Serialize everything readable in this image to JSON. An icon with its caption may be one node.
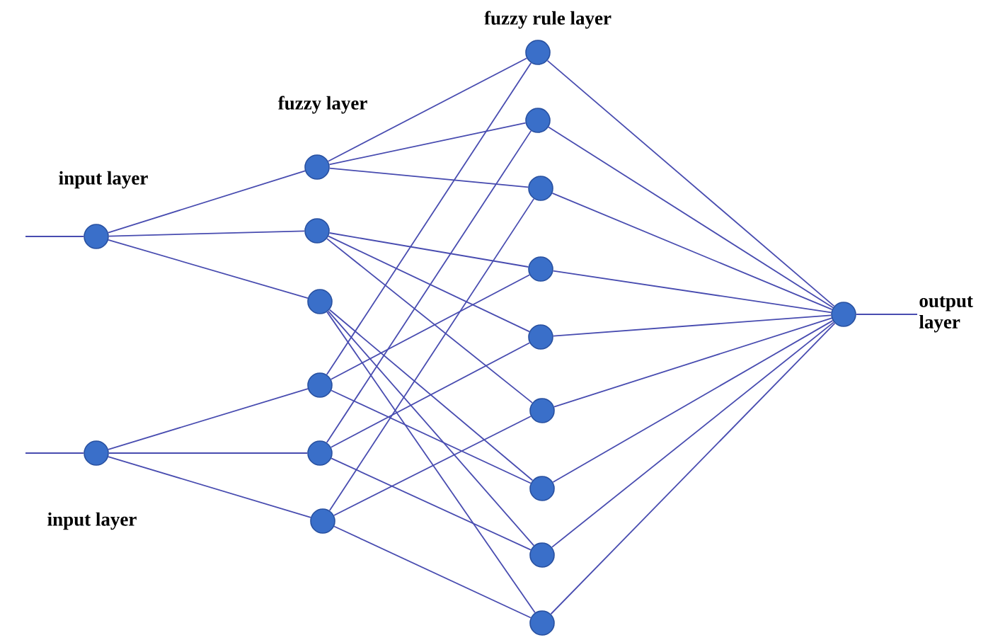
{
  "diagram": {
    "nodes": [
      {
        "text": [],
        "shape": "circle"
      },
      {
        "text": [],
        "shape": "circle"
      },
      {
        "text": [],
        "shape": "circle"
      },
      {
        "text": [],
        "shape": "circle"
      },
      {
        "text": [],
        "shape": "circle"
      },
      {
        "text": [],
        "shape": "circle"
      },
      {
        "text": [],
        "shape": "circle"
      },
      {
        "text": [],
        "shape": "circle"
      },
      {
        "text": [],
        "shape": "circle"
      },
      {
        "text": [],
        "shape": "circle"
      },
      {
        "text": [],
        "shape": "circle"
      },
      {
        "text": [],
        "shape": "circle"
      },
      {
        "text": [],
        "shape": "circle"
      },
      {
        "text": [],
        "shape": "circle"
      },
      {
        "text": [],
        "shape": "circle"
      },
      {
        "text": [],
        "shape": "circle"
      },
      {
        "text": [],
        "shape": "circle"
      },
      {
        "text": [],
        "shape": "circle"
      },
      {
        "text": [
          "output layer"
        ]
      }
    ],
    "edges": [
      {
        "from": null,
        "to": 0,
        "arrow": "none"
      },
      {
        "from": null,
        "to": 1,
        "arrow": "none"
      },
      {
        "from": 0,
        "to": 2,
        "arrow": "none"
      },
      {
        "from": 0,
        "to": 3,
        "arrow": "none"
      },
      {
        "from": 0,
        "to": 4,
        "arrow": "none"
      },
      {
        "from": 1,
        "to": 5,
        "arrow": "none"
      },
      {
        "from": 1,
        "to": 6,
        "arrow": "none"
      },
      {
        "from": 1,
        "to": 7,
        "arrow": "none"
      },
      {
        "from": 2,
        "to": 8,
        "arrow": "none"
      },
      {
        "from": 2,
        "to": 9,
        "arrow": "none"
      },
      {
        "from": 2,
        "to": 10,
        "arrow": "none"
      },
      {
        "from": 3,
        "to": 11,
        "arrow": "none"
      },
      {
        "from": 3,
        "to": 12,
        "arrow": "none"
      },
      {
        "from": 3,
        "to": 13,
        "arrow": "none"
      },
      {
        "from": 4,
        "to": 14,
        "arrow": "none"
      },
      {
        "from": 4,
        "to": 15,
        "arrow": "none"
      },
      {
        "from": 4,
        "to": 16,
        "arrow": "none"
      },
      {
        "from": 5,
        "to": 8,
        "arrow": "none"
      },
      {
        "from": 5,
        "to": 11,
        "arrow": "none"
      },
      {
        "from": 5,
        "to": 14,
        "arrow": "none"
      },
      {
        "from": 6,
        "to": 9,
        "arrow": "none"
      },
      {
        "from": 6,
        "to": 12,
        "arrow": "none"
      },
      {
        "from": 6,
        "to": 15,
        "arrow": "none"
      },
      {
        "from": 7,
        "to": 10,
        "arrow": "none"
      },
      {
        "from": 7,
        "to": 13,
        "arrow": "none"
      },
      {
        "from": 7,
        "to": 16,
        "arrow": "none"
      },
      {
        "from": 8,
        "to": 17,
        "arrow": "none"
      },
      {
        "from": 9,
        "to": 17,
        "arrow": "none"
      },
      {
        "from": 10,
        "to": 17,
        "arrow": "none"
      },
      {
        "from": 11,
        "to": 17,
        "arrow": "none"
      },
      {
        "from": 12,
        "to": 17,
        "arrow": "none"
      },
      {
        "from": 13,
        "to": 17,
        "arrow": "none"
      },
      {
        "from": 14,
        "to": 17,
        "arrow": "none"
      },
      {
        "from": 15,
        "to": 17,
        "arrow": "none"
      },
      {
        "from": 16,
        "to": 17,
        "arrow": "none"
      },
      {
        "from": 17,
        "to": 18,
        "arrow": "none"
      }
    ],
    "labels": [
      "fuzzy rule layer",
      "fuzzy layer",
      "input layer",
      "input layer"
    ]
  }
}
